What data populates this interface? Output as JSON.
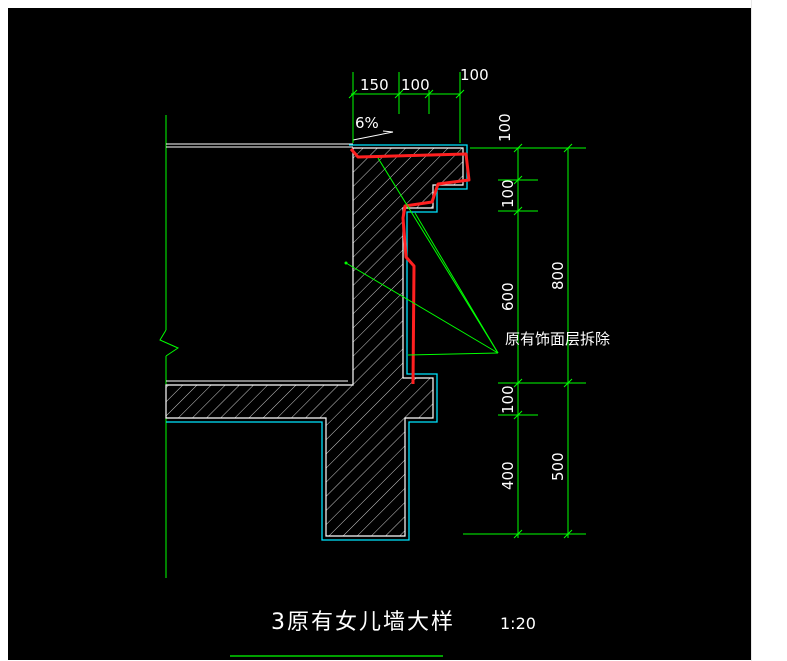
{
  "drawing": {
    "title": "3原有女儿墙大样",
    "scale": "1:20",
    "note": "原有饰面层拆除",
    "slope": "6%",
    "top_dims": [
      "150",
      "100",
      "100"
    ],
    "right_dims": {
      "top": "100",
      "d100_a": "100",
      "d600": "600",
      "d800": "800",
      "d100_b": "100",
      "d400": "400",
      "d500": "500"
    },
    "colors": {
      "background": "#000000",
      "dimension_lines": "#00ff00",
      "outline": "#00e5ff",
      "structure": "#ffffff",
      "markup": "#ff2020"
    }
  }
}
